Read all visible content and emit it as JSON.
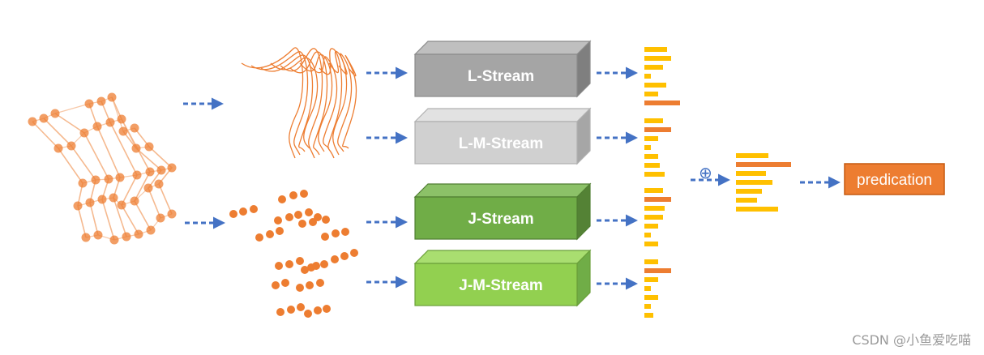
{
  "colors": {
    "arrow": "#4472c4",
    "joint": "#ed7d31",
    "joint_light": "#f4b183",
    "bar_major": "#ed7d31",
    "bar_minor": "#ffc000",
    "pred_bg": "#ed7d31"
  },
  "streams": [
    {
      "label": "L-Stream",
      "front": "#a5a5a5",
      "top": "#bfbfbf",
      "side": "#7f7f7f",
      "border": "#8a8a8a"
    },
    {
      "label": "L-M-Stream",
      "front": "#d0d0d0",
      "top": "#e2e2e2",
      "side": "#a6a6a6",
      "border": "#b0b0b0"
    },
    {
      "label": "J-Stream",
      "front": "#70ad47",
      "top": "#8cc168",
      "side": "#548235",
      "border": "#507e32"
    },
    {
      "label": "J-M-Stream",
      "front": "#92d050",
      "top": "#a9de70",
      "side": "#70ad47",
      "border": "#6a9f3a"
    }
  ],
  "score_bars": [
    [
      0.6,
      0.72,
      0.5,
      0.18,
      0.58,
      0.36,
      0.95
    ],
    [
      0.5,
      0.72,
      0.36,
      0.18,
      0.36,
      0.42,
      0.55
    ],
    [
      0.5,
      0.72,
      0.55,
      0.5,
      0.36,
      0.18,
      0.36
    ],
    [
      0.36,
      0.72,
      0.36,
      0.18,
      0.36,
      0.18,
      0.24
    ]
  ],
  "fusion_bars": [
    0.55,
    0.95,
    0.52,
    0.62,
    0.45,
    0.36,
    0.72
  ],
  "fusion_symbol": "⊕",
  "prediction_label": "predication",
  "watermark": "CSDN @小鱼爱吃喵"
}
